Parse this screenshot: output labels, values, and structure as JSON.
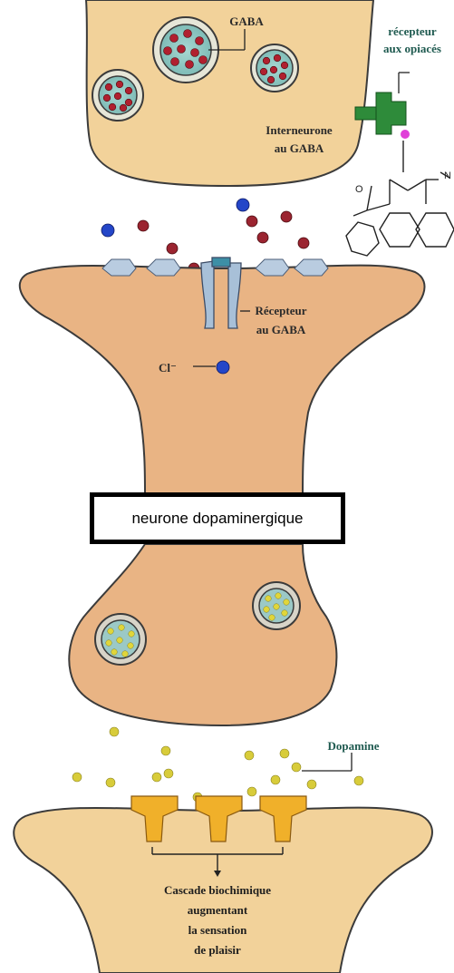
{
  "labels": {
    "gaba": "GABA",
    "opiate_receptor_line1": "récepteur",
    "opiate_receptor_line2": "aux opiacés",
    "interneuron_line1": "Interneurone",
    "interneuron_line2": "au GABA",
    "gaba_receptor_line1": "Récepteur",
    "gaba_receptor_line2": "au GABA",
    "chloride": "Cl⁻",
    "dopaminergic_neuron": "neurone dopaminergique",
    "dopamine": "Dopamine",
    "cascade_line1": "Cascade biochimique",
    "cascade_line2": "augmentant",
    "cascade_line3": "la sensation",
    "cascade_line4": "de plaisir"
  },
  "colors": {
    "cell_light": "#f2d29a",
    "cell_dark": "#e9b484",
    "vesicle_fill": "#8fc9c4",
    "gaba_dot": "#b0202f",
    "chloride_ion": "#2446c8",
    "dopamine_dot": "#d8cc3a",
    "opiate_receptor": "#2e8b3a",
    "dopamine_receptor": "#f0b02a",
    "gaba_receptor": "#a8c0d8"
  },
  "icons": {
    "molecule": "opiate-molecule-icon"
  }
}
